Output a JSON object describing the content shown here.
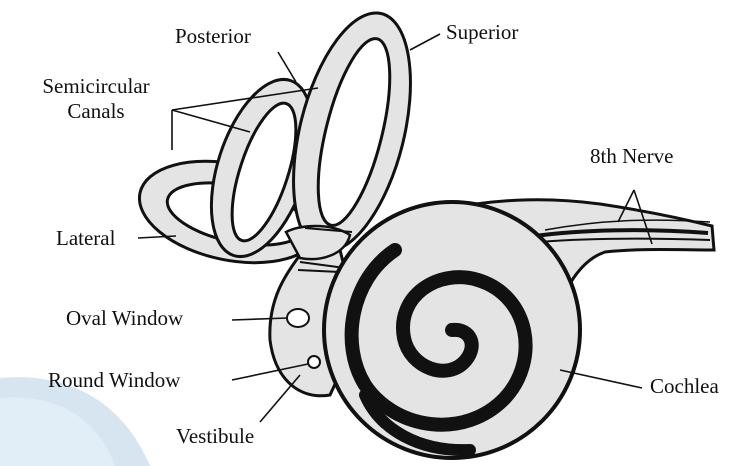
{
  "diagram": {
    "labels": {
      "posterior": "Posterior",
      "superior": "Superior",
      "semicircular_line1": "Semicircular",
      "semicircular_line2": "Canals",
      "eighth_nerve": "8th Nerve",
      "lateral": "Lateral",
      "oval_window": "Oval Window",
      "round_window": "Round Window",
      "vestibule": "Vestibule",
      "cochlea": "Cochlea"
    },
    "colors": {
      "ink": "#111111",
      "fill": "#e4e4e4",
      "background": "#ffffff",
      "swoosh": "#c9dcec"
    }
  }
}
